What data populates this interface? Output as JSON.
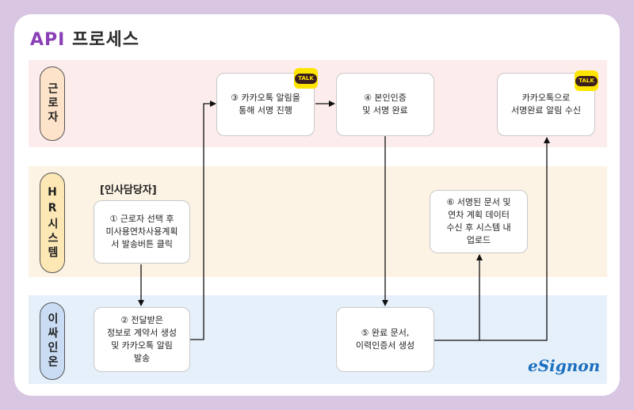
{
  "title": {
    "prefix": "API",
    "rest": " 프로세스"
  },
  "lanes": {
    "worker": "근로자",
    "hr": "HR시스템",
    "isa": "이싸인온"
  },
  "hr_label": "[인사담당자]",
  "boxes": {
    "b1": "① 근로자 선택 후\n미사용연차사용계획\n서 발송버튼 클릭",
    "b2": "② 전달받은\n정보로 계약서 생성\n및 카카오톡 알림\n발송",
    "b3": "③ 카카오톡 알림을\n통해 서명 진행",
    "b4": "④ 본인인증\n및 서명 완료",
    "b5": "⑤ 완료 문서,\n이력인증서 생성",
    "b6": "⑥ 서명된 문서 및\n연차 계획 데이터\n수신 후 시스템 내\n업로드",
    "b7": "카카오톡으로\n서명완료 알림 수신"
  },
  "talk_badge": "TALK",
  "logo": "eSignon",
  "colors": {
    "accent": "#8a3fb6",
    "kakao": "#fee500",
    "logo": "#1b6fbf"
  }
}
